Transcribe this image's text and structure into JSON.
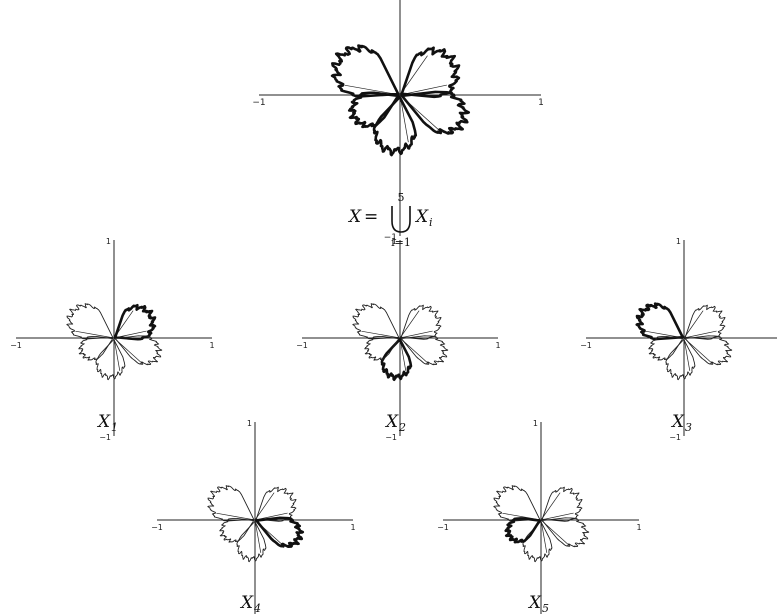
{
  "axis_ticks": {
    "neg": "−1",
    "pos": "1"
  },
  "main_caption": {
    "lhs": "X",
    "equals": "=",
    "upper": "5",
    "lower": "i=1",
    "term": "X",
    "term_sub": "i"
  },
  "panels": [
    {
      "id": "X1",
      "label": "X",
      "sub": "1",
      "highlight": 0
    },
    {
      "id": "X2",
      "label": "X",
      "sub": "2",
      "highlight": 1
    },
    {
      "id": "X3",
      "label": "X",
      "sub": "3",
      "highlight": 2
    },
    {
      "id": "X4",
      "label": "X",
      "sub": "4",
      "highlight": 3
    },
    {
      "id": "X5",
      "label": "X",
      "sub": "5",
      "highlight": 4
    }
  ],
  "colors": {
    "ink": "#111111",
    "background": "#ffffff"
  }
}
